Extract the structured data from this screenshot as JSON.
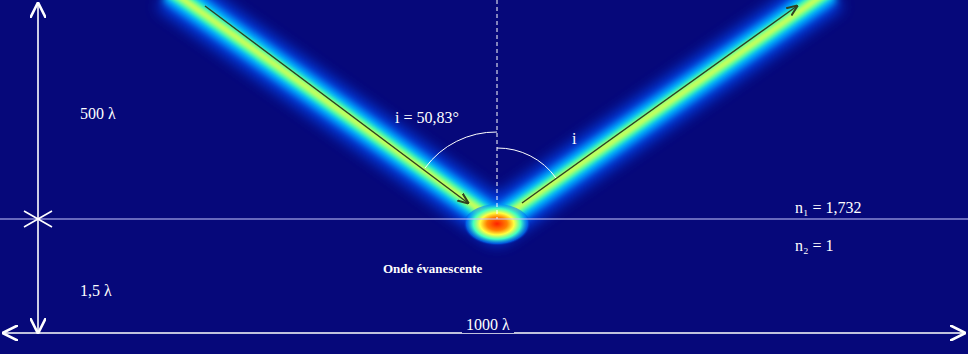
{
  "diagram": {
    "labels": [
      "500 λ",
      "i = 50,83°",
      "i",
      "n₁ = 1,732",
      "n₂ = 1",
      "Onde évanescente",
      "1,5 λ",
      "1000 λ"
    ]
  }
}
